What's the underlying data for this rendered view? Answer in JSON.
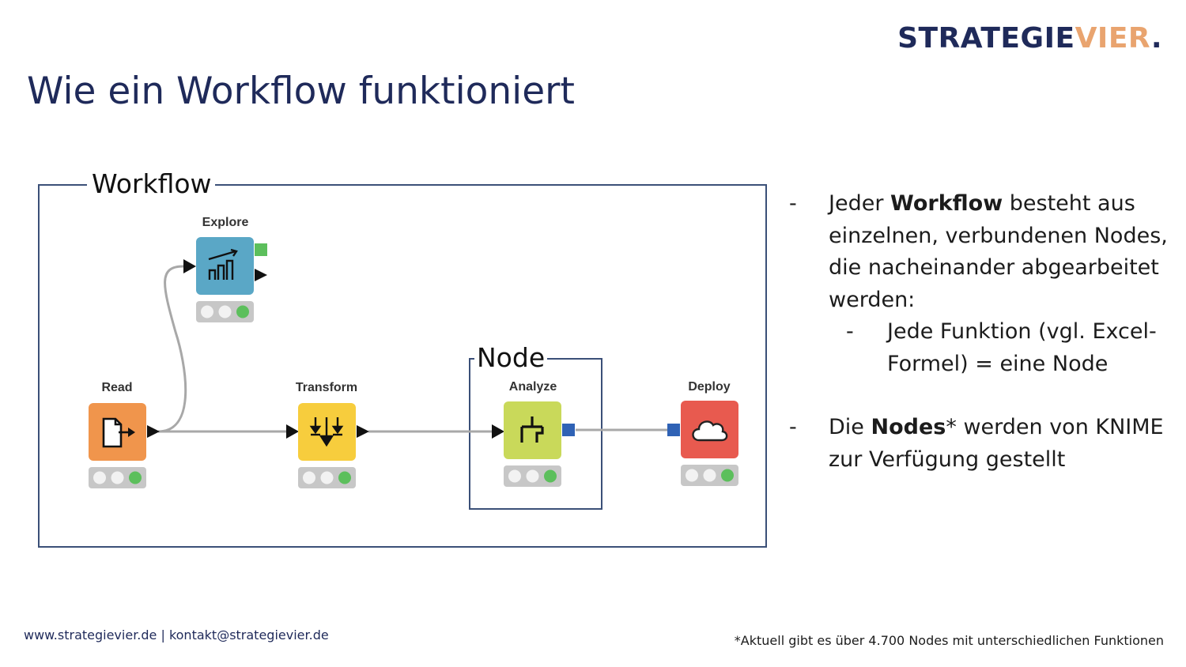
{
  "brand": {
    "part1": "STRATEGIE",
    "part2": "VIER",
    "part3": "."
  },
  "title": "Wie ein Workflow funktioniert",
  "diagram": {
    "workflow_label": "Workflow",
    "node_frame_label": "Node",
    "nodes": {
      "explore": "Explore",
      "read": "Read",
      "transform": "Transform",
      "analyze": "Analyze",
      "deploy": "Deploy"
    }
  },
  "bullets": {
    "b1": {
      "pre": "Jeder ",
      "bold": "Workflow",
      "post": " besteht aus einzelnen, verbundenen Nodes, die nacheinander abgearbeitet werden:"
    },
    "b1_sub": "Jede Funktion (vgl. Excel-Formel) = eine Node",
    "b2": {
      "bold": "Nodes",
      "pre": "Die ",
      "post": "* werden von KNIME zur Verfügung gestellt"
    },
    "dash": "-"
  },
  "footer": {
    "left": "www.strategievier.de | kontakt@strategievier.de",
    "right": "*Aktuell gibt es über 4.700 Nodes mit unterschiedlichen Funktionen"
  },
  "colors": {
    "navy": "#1f2a5a",
    "accent": "#e9a46f",
    "read": "#f0954c",
    "explore": "#5aa7c6",
    "transform": "#f7cd3d",
    "analyze": "#c9d95a",
    "deploy": "#e85a4f",
    "status_green": "#5cbf5c"
  }
}
